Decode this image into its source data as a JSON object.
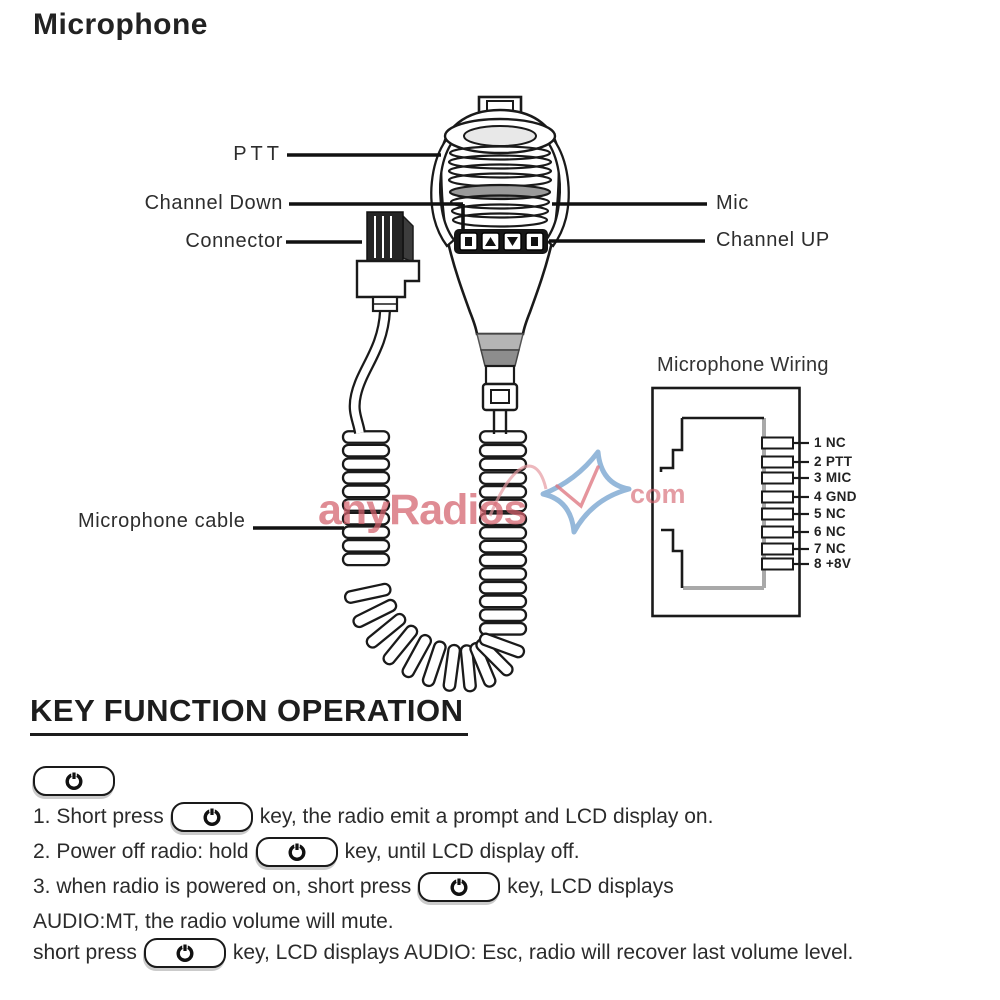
{
  "page": {
    "title": "Microphone"
  },
  "diagram": {
    "labels": {
      "ptt": "PTT",
      "channel_down": "Channel Down",
      "connector": "Connector",
      "mic": "Mic",
      "channel_up": "Channel UP",
      "microphone_cable": "Microphone cable"
    },
    "wiring": {
      "title": "Microphone Wiring",
      "pins": [
        "1 NC",
        "2 PTT",
        "3 MIC",
        "4 GND",
        "5 NC",
        "6 NC",
        "7 NC",
        "8 +8V"
      ]
    },
    "watermark": {
      "text": "anyRadios",
      "suffix": "com",
      "red": "#d4606c",
      "blue": "#8ab1d6"
    },
    "icons": {
      "power_key": "power-key-icon",
      "up_key": "up-arrow-key",
      "down_key": "down-arrow-key"
    }
  },
  "key_function": {
    "heading": "KEY FUNCTION OPERATION",
    "lines": [
      {
        "before": "1. Short press",
        "after": "key, the radio emit a prompt and LCD display on."
      },
      {
        "before": "2. Power off radio: hold",
        "after": "key, until LCD display off."
      },
      {
        "before": "3. when radio is powered on, short press",
        "after": "key, LCD displays"
      },
      {
        "before": "AUDIO:MT, the radio volume will mute.",
        "after": ""
      },
      {
        "before": "short press",
        "after": "key, LCD displays AUDIO: Esc, radio will recover last volume level."
      }
    ]
  }
}
